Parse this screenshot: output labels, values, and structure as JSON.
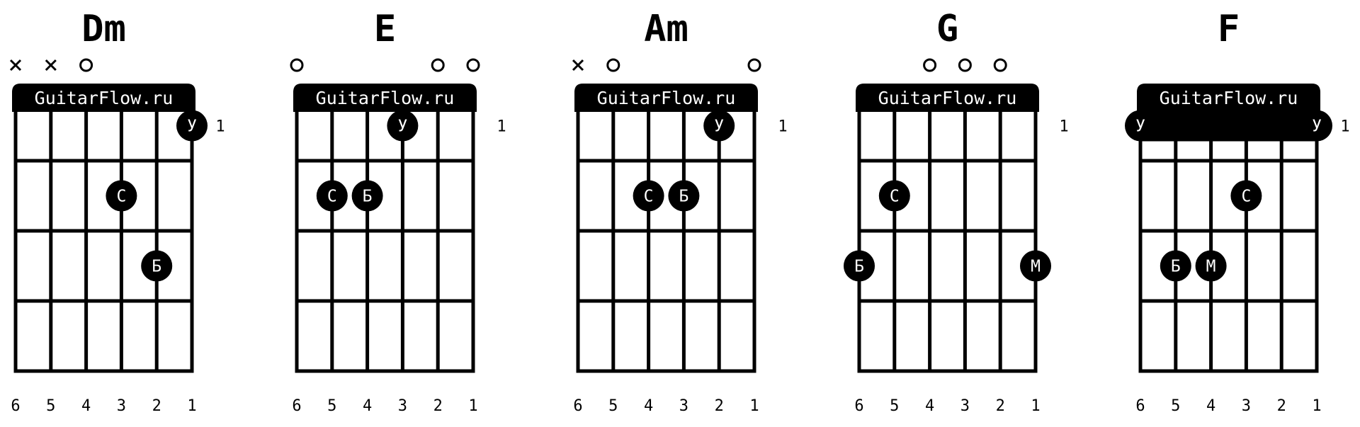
{
  "colors": {
    "ink": "#000000",
    "paper": "#ffffff"
  },
  "diagram": {
    "string_numbers": [
      "6",
      "5",
      "4",
      "3",
      "2",
      "1"
    ],
    "fret_marker": "1",
    "brand": "GuitarFlow.ru",
    "fret_count": 4
  },
  "chords": [
    {
      "name": "Dm",
      "markers": [
        {
          "string": 6,
          "type": "x"
        },
        {
          "string": 5,
          "type": "x"
        },
        {
          "string": 4,
          "type": "o"
        }
      ],
      "fingers": [
        {
          "string": 1,
          "fret": 1,
          "label": "У"
        },
        {
          "string": 3,
          "fret": 2,
          "label": "С"
        },
        {
          "string": 2,
          "fret": 3,
          "label": "Б"
        }
      ],
      "barre": null
    },
    {
      "name": "E",
      "markers": [
        {
          "string": 6,
          "type": "o"
        },
        {
          "string": 2,
          "type": "o"
        },
        {
          "string": 1,
          "type": "o"
        }
      ],
      "fingers": [
        {
          "string": 3,
          "fret": 1,
          "label": "У"
        },
        {
          "string": 5,
          "fret": 2,
          "label": "С"
        },
        {
          "string": 4,
          "fret": 2,
          "label": "Б"
        }
      ],
      "barre": null
    },
    {
      "name": "Am",
      "markers": [
        {
          "string": 6,
          "type": "x"
        },
        {
          "string": 5,
          "type": "o"
        },
        {
          "string": 1,
          "type": "o"
        }
      ],
      "fingers": [
        {
          "string": 2,
          "fret": 1,
          "label": "У"
        },
        {
          "string": 4,
          "fret": 2,
          "label": "С"
        },
        {
          "string": 3,
          "fret": 2,
          "label": "Б"
        }
      ],
      "barre": null
    },
    {
      "name": "G",
      "markers": [
        {
          "string": 4,
          "type": "o"
        },
        {
          "string": 3,
          "type": "o"
        },
        {
          "string": 2,
          "type": "o"
        }
      ],
      "fingers": [
        {
          "string": 5,
          "fret": 2,
          "label": "С"
        },
        {
          "string": 6,
          "fret": 3,
          "label": "Б"
        },
        {
          "string": 1,
          "fret": 3,
          "label": "М"
        }
      ],
      "barre": null
    },
    {
      "name": "F",
      "markers": [],
      "fingers": [
        {
          "string": 3,
          "fret": 2,
          "label": "С"
        },
        {
          "string": 5,
          "fret": 3,
          "label": "Б"
        },
        {
          "string": 4,
          "fret": 3,
          "label": "М"
        }
      ],
      "barre": {
        "fret": 1,
        "label_left": "У",
        "label_right": "У"
      }
    }
  ]
}
